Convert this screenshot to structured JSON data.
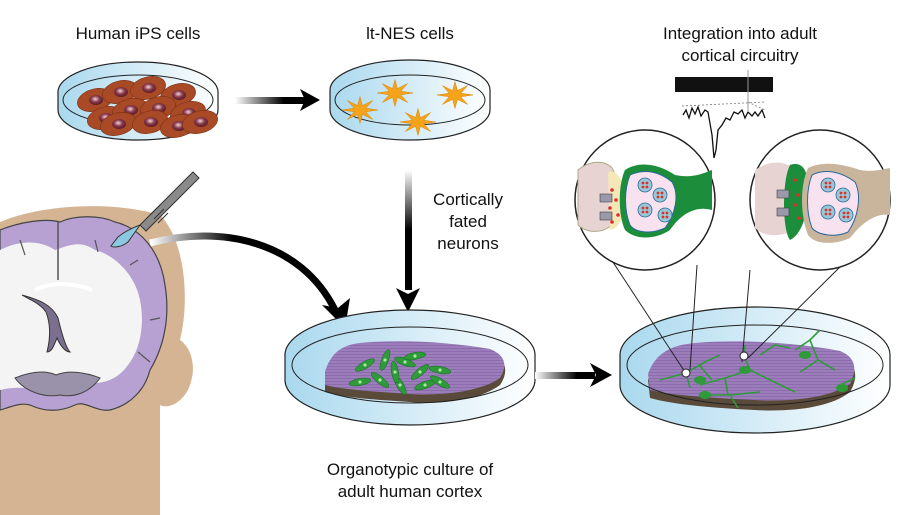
{
  "diagram": {
    "labels": {
      "human_ips": "Human iPS cells",
      "lt_nes": "lt-NES cells",
      "cortically_fated_1": "Cortically",
      "cortically_fated_2": "fated",
      "cortically_fated_3": "neurons",
      "organotypic_1": "Organotypic culture of",
      "organotypic_2": "adult human cortex",
      "integration_1": "Integration into adult",
      "integration_2": "cortical circuitry"
    },
    "colors": {
      "dish": "#cde9f5",
      "dish_edge": "#222222",
      "ips_cell": "#a94a26",
      "ips_nucleus": "#6a1f2a",
      "nes_cell": "#f5a31a",
      "tissue": "#9a7bb8",
      "tissue_base": "#5a4a3a",
      "neuron": "#2f9a3a",
      "skin": "#d4b493",
      "cortex": "#b7a0d2",
      "white_matter": "#f4f4f4",
      "ventricle": "#7a6f8e",
      "synapse_pre": "#e8d3d3",
      "synapse_post": "#f8e2ef",
      "vesicle": "#d8332a"
    }
  }
}
